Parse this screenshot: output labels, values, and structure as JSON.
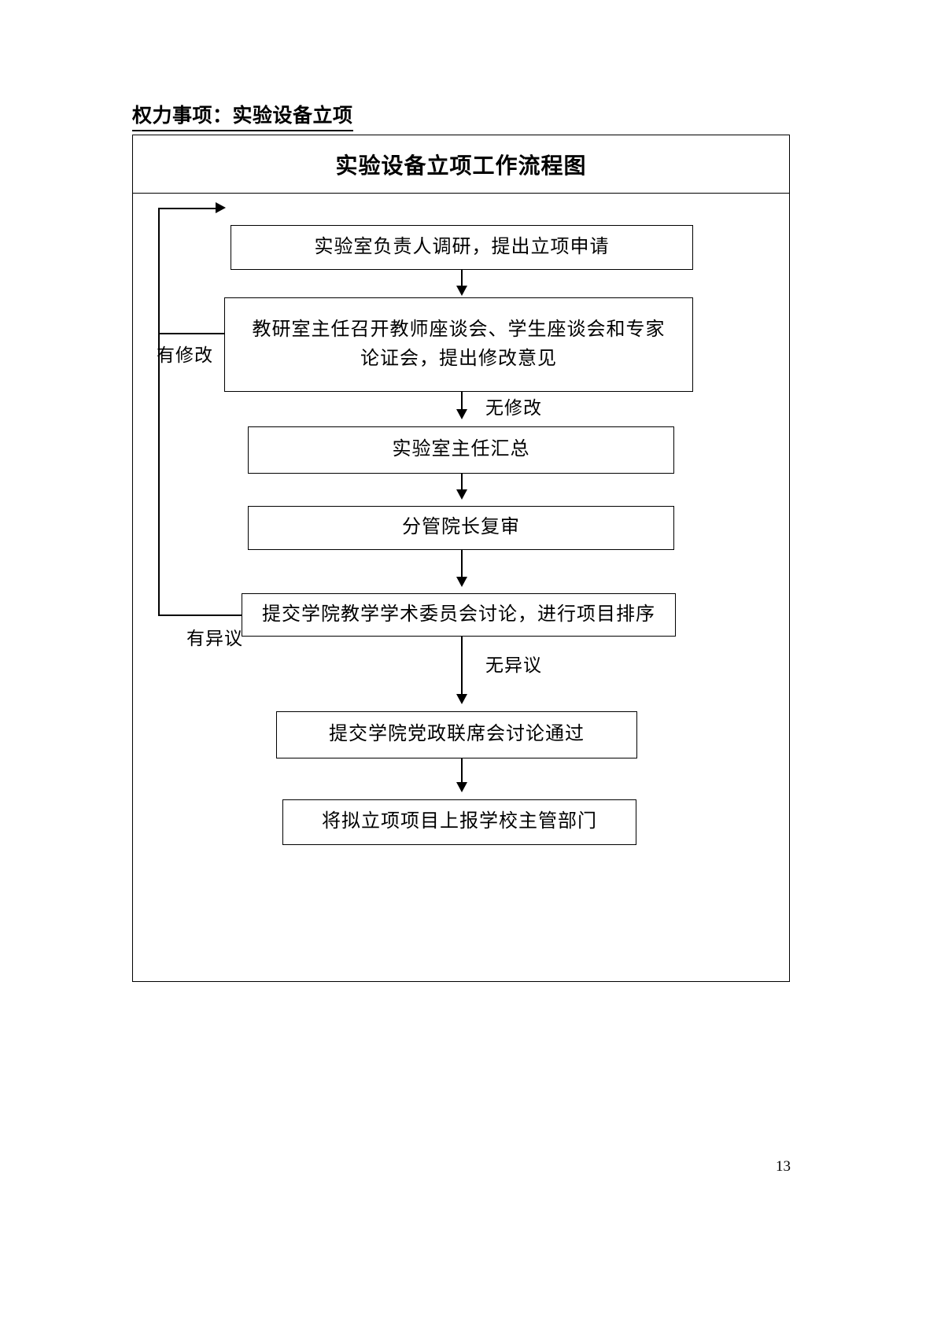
{
  "document": {
    "header_label": "权力事项：实验设备立项",
    "page_number": "13"
  },
  "flowchart": {
    "title": "实验设备立项工作流程图",
    "nodes": [
      {
        "id": "node-1",
        "lines": [
          "实验室负责人调研，提出立项申请"
        ]
      },
      {
        "id": "node-2",
        "lines": [
          "教研室主任召开教师座谈会、学生座谈会和专家",
          "论证会，提出修改意见"
        ]
      },
      {
        "id": "node-3",
        "lines": [
          "实验室主任汇总"
        ]
      },
      {
        "id": "node-4",
        "lines": [
          "分管院长复审"
        ]
      },
      {
        "id": "node-5",
        "lines": [
          "提交学院教学学术委员会讨论，进行项目排序"
        ]
      },
      {
        "id": "node-6",
        "lines": [
          "提交学院党政联席会讨论通过"
        ]
      },
      {
        "id": "node-7",
        "lines": [
          "将拟立项项目上报学校主管部门"
        ]
      }
    ],
    "edge_labels": {
      "has_revision": "有修改",
      "no_revision": "无修改",
      "has_objection": "有异议",
      "no_objection": "无异议"
    },
    "colors": {
      "line": "#000000",
      "background": "#ffffff",
      "text": "#000000"
    }
  }
}
